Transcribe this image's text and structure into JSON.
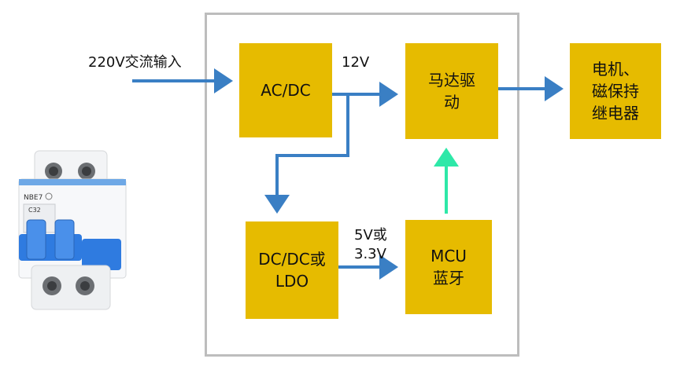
{
  "diagram": {
    "input_label": "220V交流输入",
    "voltage_12v": "12V",
    "voltage_5v_3v3_line1": "5V或",
    "voltage_5v_3v3_line2": "3.3V",
    "blocks": {
      "acdc": {
        "label": "AC/DC"
      },
      "motor_driver": {
        "line1": "马达驱",
        "line2": "动"
      },
      "load": {
        "line1": "电机、",
        "line2": "磁保持",
        "line3": "继电器"
      },
      "dcdc_ldo": {
        "line1": "DC/DC或",
        "line2": "LDO"
      },
      "mcu": {
        "line1": "MCU",
        "line2": "蓝牙"
      }
    },
    "breaker": {
      "brand": "NBE7",
      "rating": "C32"
    }
  },
  "colors": {
    "block_fill": "#e6bb00",
    "power_arrow": "#3a7fc4",
    "control_arrow": "#2ee8a8",
    "frame": "#bdbdbd"
  }
}
